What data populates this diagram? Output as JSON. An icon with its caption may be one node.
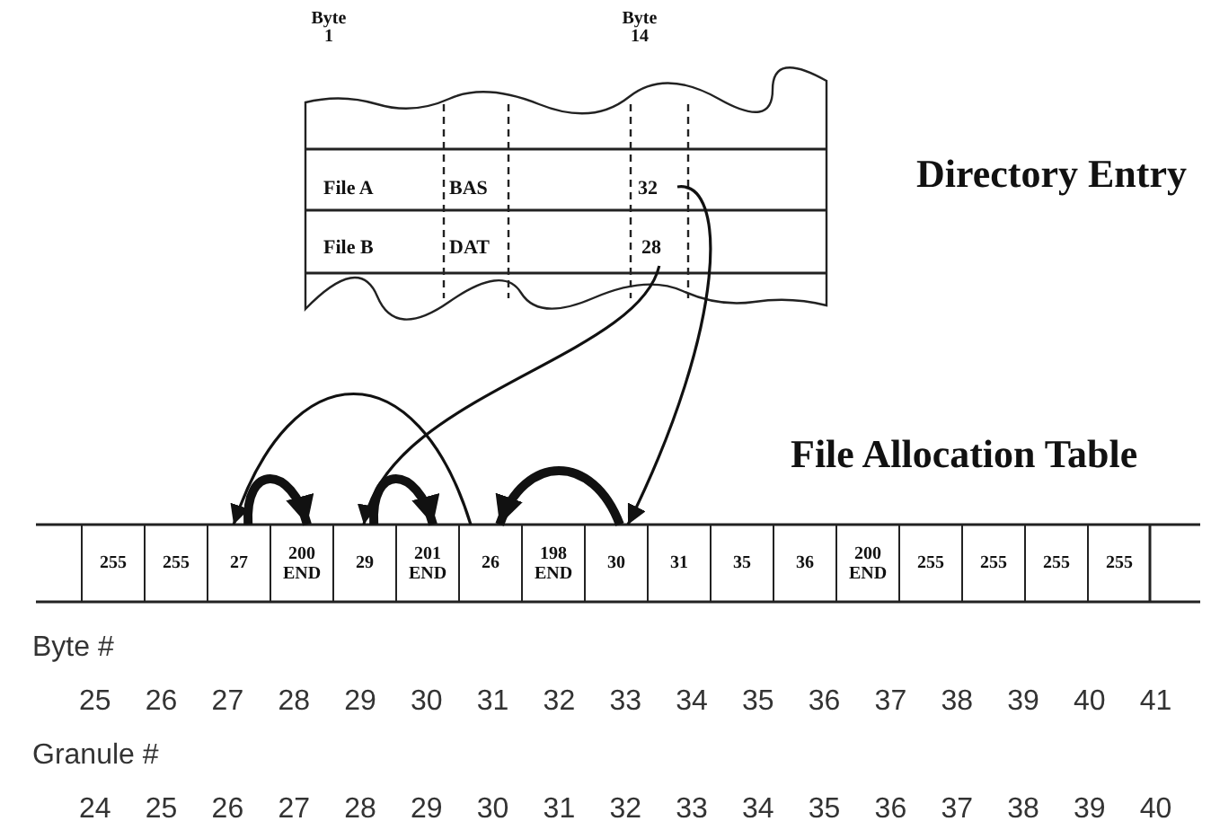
{
  "diagram": {
    "nodes": [
      {
        "text": [
          "Directory Entry"
        ]
      },
      {
        "text": [
          "File A"
        ],
        "in": 0
      },
      {
        "text": [
          "BAS"
        ],
        "in": 0
      },
      {
        "text": [
          "32"
        ],
        "in": 0
      },
      {
        "text": [
          "File B"
        ],
        "in": 0
      },
      {
        "text": [
          "DAT"
        ],
        "in": 0
      },
      {
        "text": [
          "28"
        ],
        "in": 0
      },
      {
        "text": [
          "File Allocation Table"
        ]
      },
      {
        "text": [
          "255"
        ],
        "in": 7
      },
      {
        "text": [
          "255"
        ],
        "in": 7
      },
      {
        "text": [
          "27"
        ],
        "in": 7
      },
      {
        "text": [
          "200 END"
        ],
        "in": 7
      },
      {
        "text": [
          "29"
        ],
        "in": 7
      },
      {
        "text": [
          "201 END"
        ],
        "in": 7
      },
      {
        "text": [
          "26"
        ],
        "in": 7
      },
      {
        "text": [
          "198 END"
        ],
        "in": 7
      },
      {
        "text": [
          "30"
        ],
        "in": 7
      },
      {
        "text": [
          "31"
        ],
        "in": 7
      },
      {
        "text": [
          "35"
        ],
        "in": 7
      },
      {
        "text": [
          "36"
        ],
        "in": 7
      },
      {
        "text": [
          "200 END"
        ],
        "in": 7
      },
      {
        "text": [
          "255"
        ],
        "in": 7
      },
      {
        "text": [
          "255"
        ],
        "in": 7
      },
      {
        "text": [
          "255"
        ],
        "in": 7
      },
      {
        "text": [
          "255"
        ],
        "in": 7
      }
    ],
    "edges": [
      {
        "from": 3,
        "to": 16,
        "arrow": "to"
      },
      {
        "from": 16,
        "to": 14,
        "arrow": "to",
        "style": "thick"
      },
      {
        "from": 14,
        "to": 10,
        "arrow": "to"
      },
      {
        "from": 10,
        "to": 11,
        "arrow": "to",
        "style": "thick"
      },
      {
        "from": 6,
        "to": 12,
        "arrow": "to"
      },
      {
        "from": 12,
        "to": 13,
        "arrow": "to",
        "style": "thick"
      }
    ],
    "labels": [
      "Byte 1",
      "Byte 14",
      "Byte #",
      "25",
      "26",
      "27",
      "28",
      "29",
      "30",
      "31",
      "32",
      "33",
      "34",
      "35",
      "36",
      "37",
      "38",
      "39",
      "40",
      "41",
      "Granule #",
      "24",
      "25",
      "26",
      "27",
      "28",
      "29",
      "30",
      "31",
      "32",
      "33",
      "34",
      "35",
      "36",
      "37",
      "38",
      "39",
      "40"
    ]
  }
}
